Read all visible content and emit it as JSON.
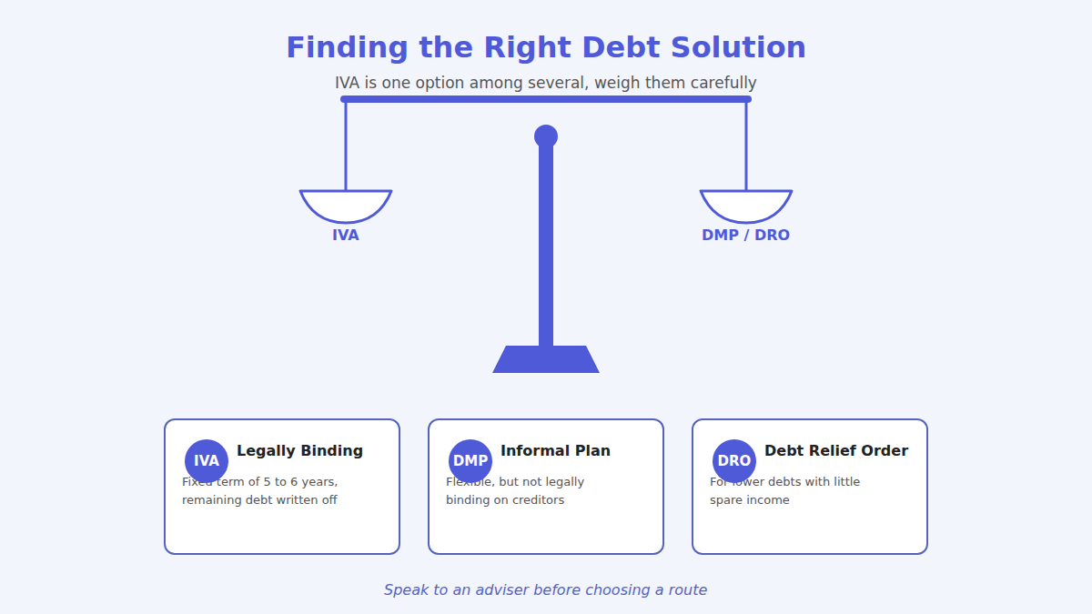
{
  "diagram": {
    "title": "Finding the Right Debt Solution",
    "caption": "Speak to an adviser before choosing a route",
    "nodes": [
      {
        "text": [
          "IVA"
        ]
      },
      {
        "text": [
          "DMP / DRO"
        ]
      },
      {
        "text": [
          "Legally Binding",
          "Fixed term of 5 to 6 years, remaining debt written off"
        ]
      },
      {
        "text": [
          "IVA"
        ],
        "in": 2
      },
      {
        "text": [
          "Informal Plan",
          "Flexible, but not legally binding on creditors"
        ]
      },
      {
        "text": [
          "DMP"
        ],
        "in": 4
      },
      {
        "text": [
          "Debt Relief Order",
          "For lower debts with little spare income"
        ]
      },
      {
        "text": [
          "DRO"
        ],
        "in": 6
      }
    ],
    "labels": [
      "IVA is one option among several, weigh them carefully"
    ]
  }
}
